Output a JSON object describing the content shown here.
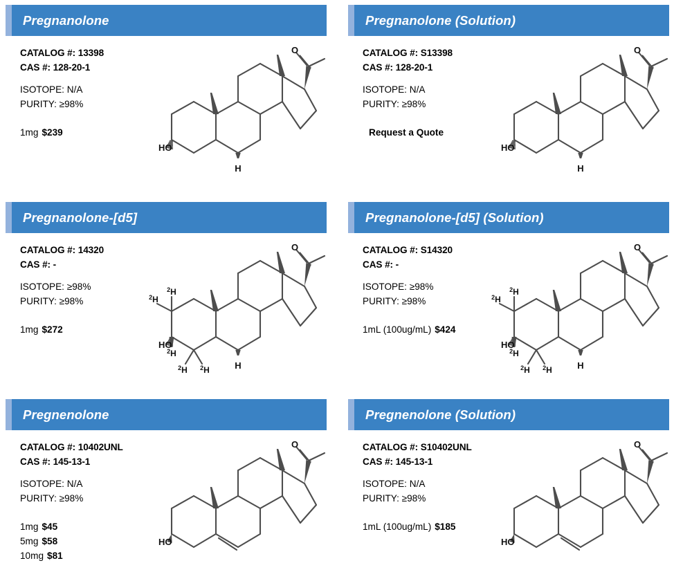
{
  "theme": {
    "header_bg": "#3a82c4",
    "header_accent": "#93b2dd",
    "header_text": "#ffffff",
    "body_text": "#000000",
    "molecule_stroke": "#4d4d4d",
    "page_bg": "#ffffff"
  },
  "labels": {
    "catalog": "CATALOG #:",
    "cas": "CAS #:",
    "isotope": "ISOTOPE:",
    "purity": "PURITY:"
  },
  "cards": [
    {
      "title": "Pregnanolone",
      "catalog": "13398",
      "cas": "128-20-1",
      "isotope": "N/A",
      "purity": "≥98%",
      "prices": [
        {
          "size": "1mg",
          "amount": "$239"
        }
      ],
      "quote": null,
      "structure": "pregnanolone"
    },
    {
      "title": "Pregnanolone (Solution)",
      "catalog": "S13398",
      "cas": "128-20-1",
      "isotope": "N/A",
      "purity": "≥98%",
      "prices": [],
      "quote": "Request a Quote",
      "structure": "pregnanolone"
    },
    {
      "title": "Pregnanolone-[d5]",
      "catalog": "14320",
      "cas": "-",
      "isotope": "≥98%",
      "purity": "≥98%",
      "prices": [
        {
          "size": "1mg",
          "amount": "$272"
        }
      ],
      "quote": null,
      "structure": "pregnanolone-d5"
    },
    {
      "title": "Pregnanolone-[d5] (Solution)",
      "catalog": "S14320",
      "cas": "-",
      "isotope": "≥98%",
      "purity": "≥98%",
      "prices": [
        {
          "size": "1mL (100ug/mL)",
          "amount": "$424"
        }
      ],
      "quote": null,
      "structure": "pregnanolone-d5"
    },
    {
      "title": "Pregnenolone",
      "catalog": "10402UNL",
      "cas": "145-13-1",
      "isotope": "N/A",
      "purity": "≥98%",
      "prices": [
        {
          "size": "1mg",
          "amount": "$45"
        },
        {
          "size": "5mg",
          "amount": "$58"
        },
        {
          "size": "10mg",
          "amount": "$81"
        }
      ],
      "quote": null,
      "structure": "pregnenolone"
    },
    {
      "title": "Pregnenolone (Solution)",
      "catalog": "S10402UNL",
      "cas": "145-13-1",
      "isotope": "N/A",
      "purity": "≥98%",
      "prices": [
        {
          "size": "1mL (100ug/mL)",
          "amount": "$185"
        }
      ],
      "quote": null,
      "structure": "pregnenolone"
    }
  ],
  "molecule_atom_labels": {
    "hydroxyl": "HO",
    "oxygen": "O",
    "hydrogen": "H",
    "deuterium_sup": "2",
    "deuterium": "H"
  }
}
